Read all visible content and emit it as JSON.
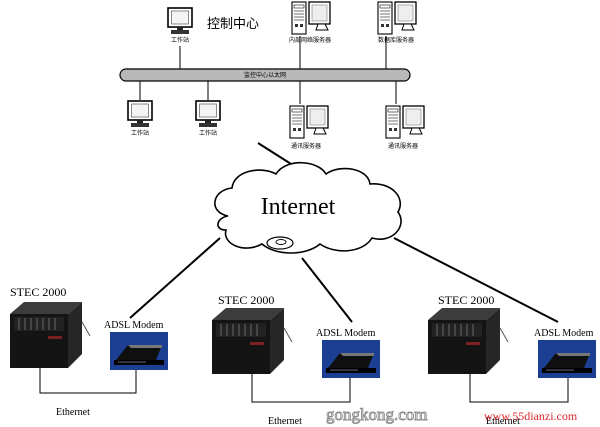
{
  "control_center": {
    "title": "控制中心",
    "ethernet_label": "监控中心以太网",
    "workstation_top": "工作站",
    "workstation_left": "工作站",
    "workstation_right": "工作站",
    "intranet_server": "内部网络服务器",
    "database_server": "数据库服务器",
    "comm_server": "通讯服务器"
  },
  "cloud": {
    "label": "Internet"
  },
  "sites": [
    {
      "device": "STEC 2000",
      "modem": "ADSL Modem",
      "link": "Ethernet"
    },
    {
      "device": "STEC 2000",
      "modem": "ADSL Modem",
      "link": "Ethernet"
    },
    {
      "device": "STEC 2000",
      "modem": "ADSL Modem",
      "link": "Ethernet"
    }
  ],
  "watermarks": {
    "left": "gongkong.com",
    "right": "www.55dianzi.com"
  },
  "colors": {
    "modem_blue": "#1c3f93",
    "device_dark": "#141414",
    "bus": "#b9b9b9"
  }
}
